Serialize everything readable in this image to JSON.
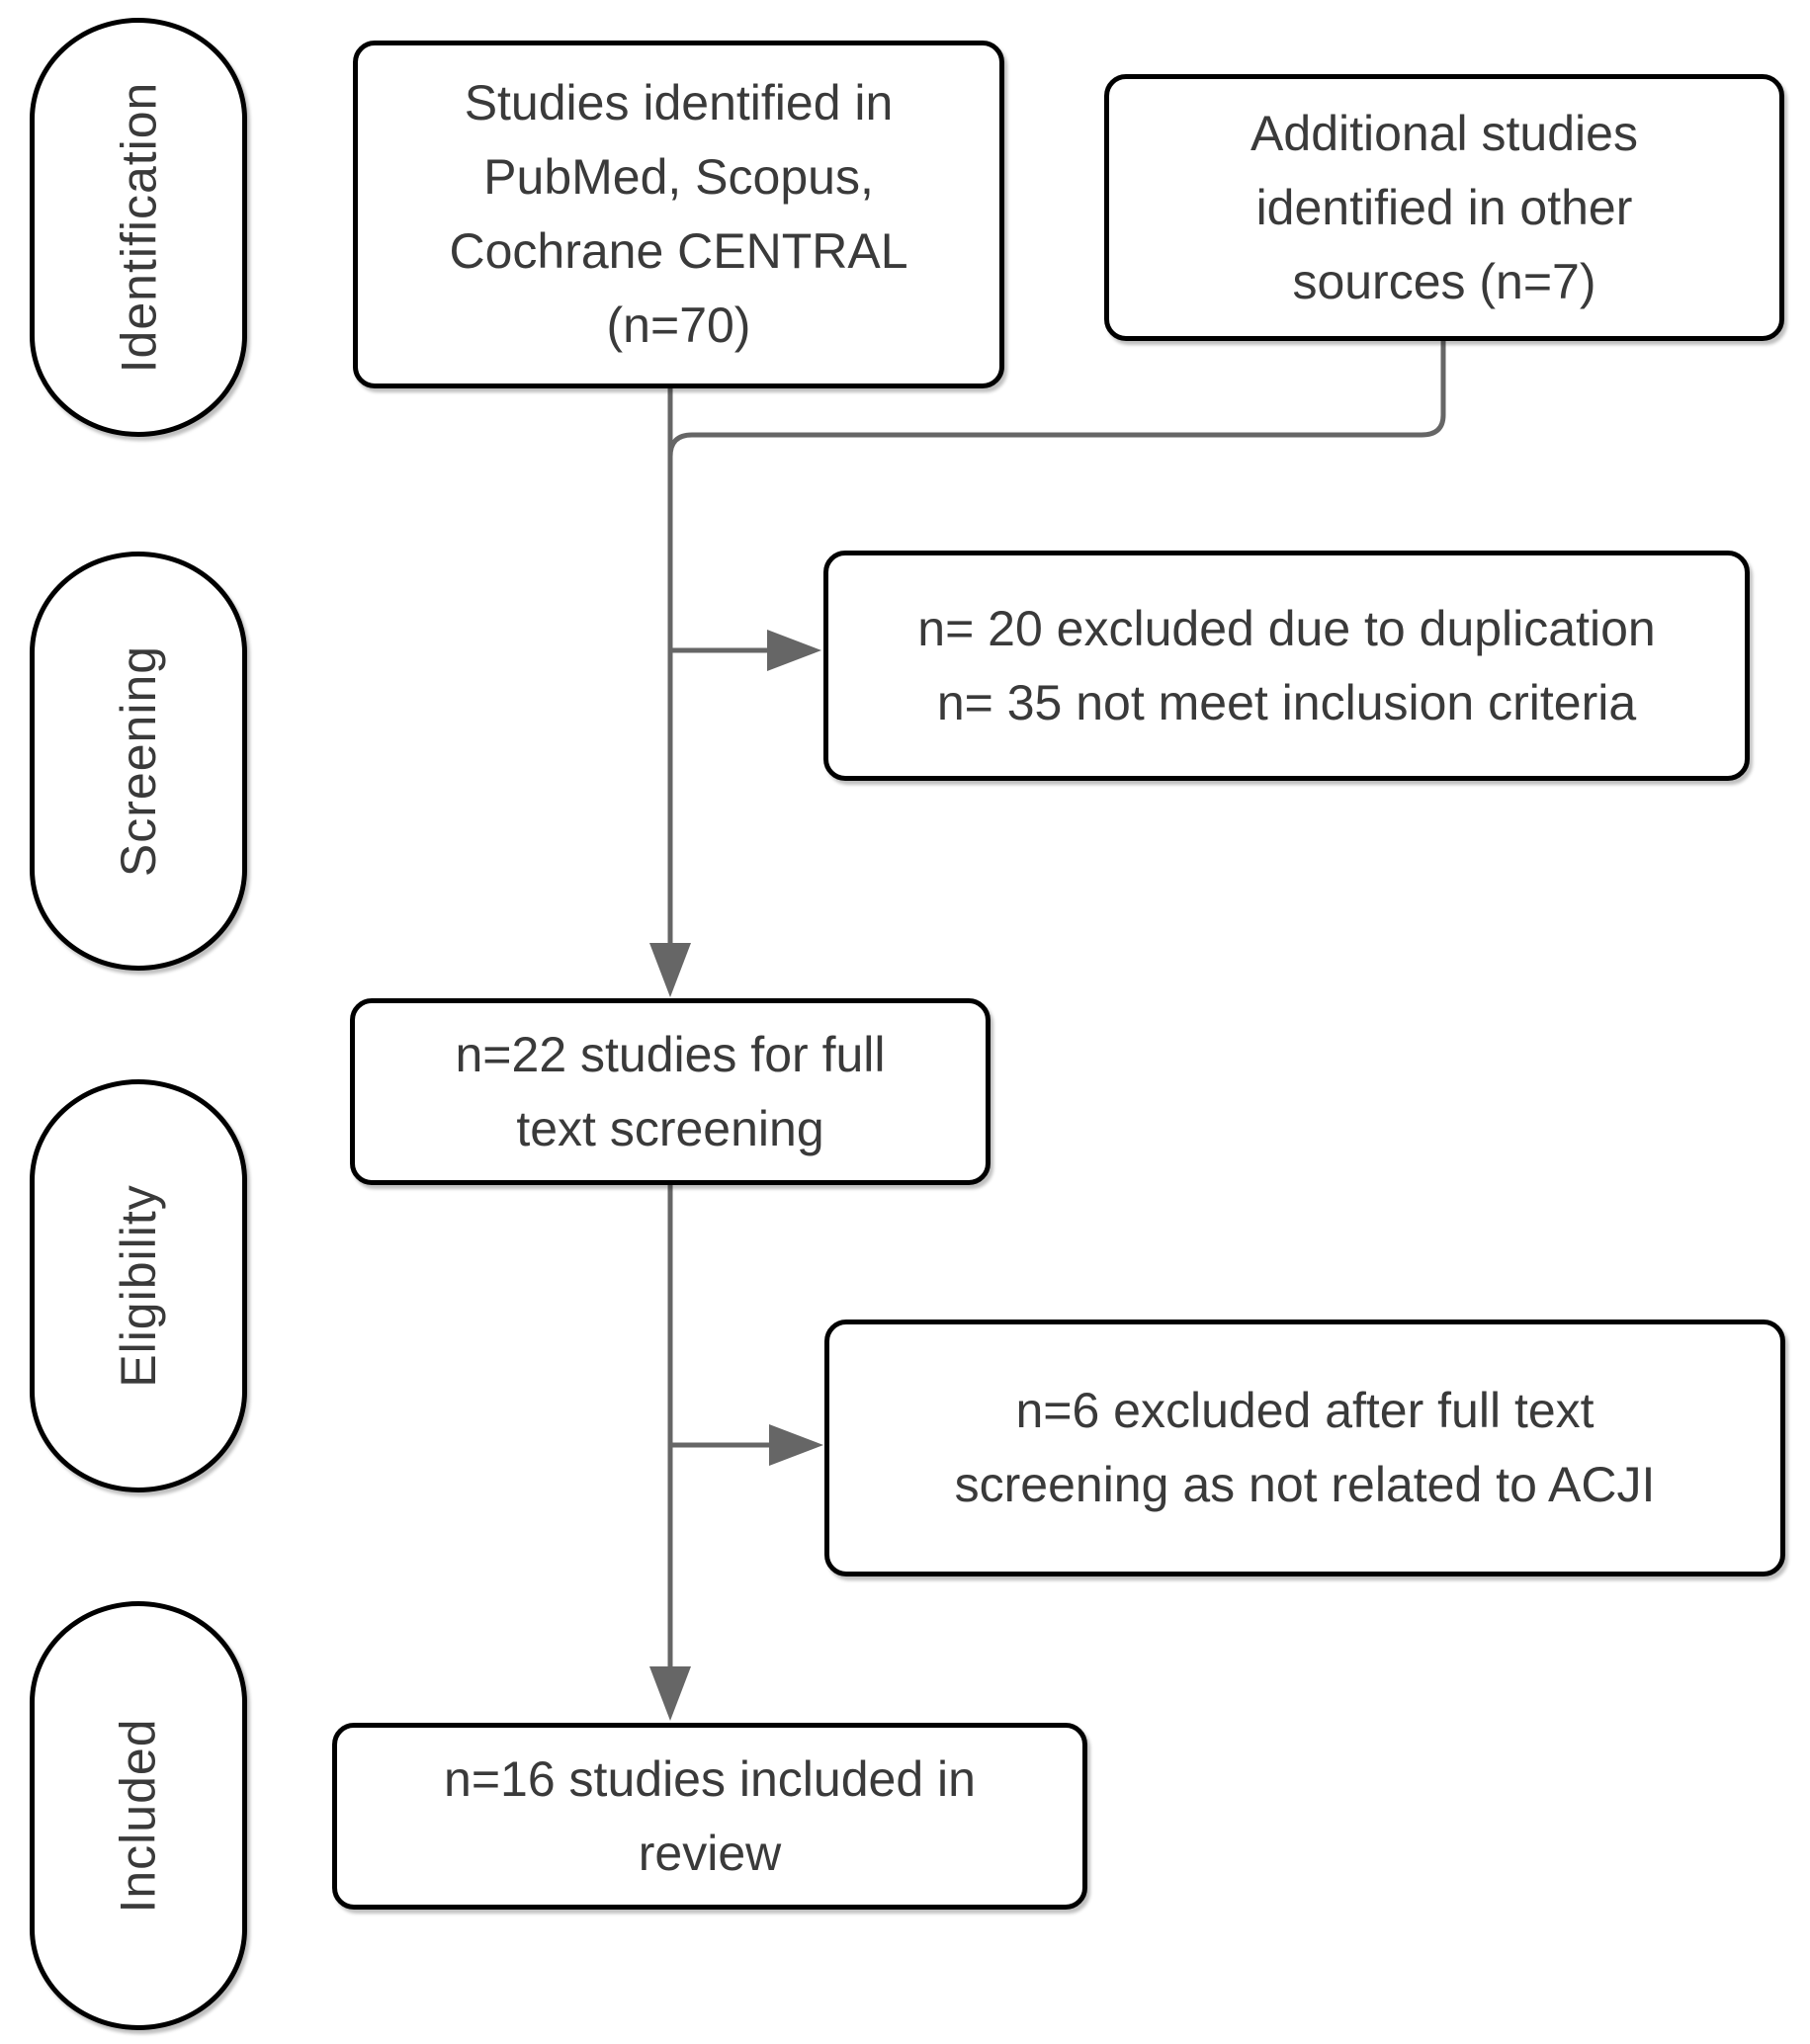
{
  "stages": [
    {
      "label": "Identification"
    },
    {
      "label": "Screening"
    },
    {
      "label": "Eligibility"
    },
    {
      "label": "Included"
    }
  ],
  "boxes": {
    "identified": {
      "text": "Studies identified in\nPubMed, Scopus,\nCochrane CENTRAL\n(n=70)"
    },
    "additional": {
      "text": "Additional studies\nidentified in other\nsources (n=7)"
    },
    "screening_excluded": {
      "text": "n= 20 excluded due to duplication\nn= 35 not meet inclusion criteria"
    },
    "full_text": {
      "text": "n=22 studies for full\ntext screening"
    },
    "eligibility_excluded": {
      "text": "n=6 excluded after full text\nscreening as not related to ACJI"
    },
    "included": {
      "text": "n=16 studies included in\nreview"
    }
  },
  "counts": {
    "identified_in_databases": 70,
    "additional_other_sources": 7,
    "excluded_duplication": 20,
    "not_meet_inclusion_criteria": 35,
    "full_text_screening": 22,
    "excluded_after_full_text": 6,
    "included_in_review": 16
  },
  "colors": {
    "bg": "#ffffff",
    "text": "#3a3a3a",
    "border": "#000000",
    "line": "#666666"
  }
}
